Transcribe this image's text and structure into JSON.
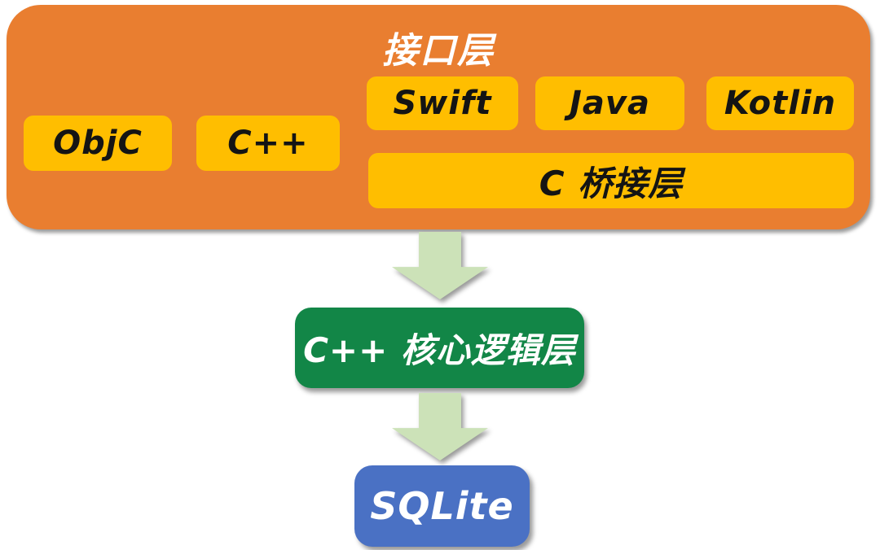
{
  "colors": {
    "container-orange": "#E97E30",
    "chip-yellow": "#FFBE00",
    "chip-text": "#141414",
    "core-green": "#128647",
    "arrow-green": "#CCE2B8",
    "db-blue": "#4A71C4",
    "light-text": "#FFFFFF"
  },
  "interface": {
    "title": "接口层",
    "chips": [
      {
        "label": "ObjC"
      },
      {
        "label": "C++"
      },
      {
        "label": "Swift"
      },
      {
        "label": "Java"
      },
      {
        "label": "Kotlin"
      },
      {
        "label": "C 桥接层"
      }
    ]
  },
  "core": {
    "label": "C++ 核心逻辑层"
  },
  "database": {
    "label": "SQLite"
  }
}
